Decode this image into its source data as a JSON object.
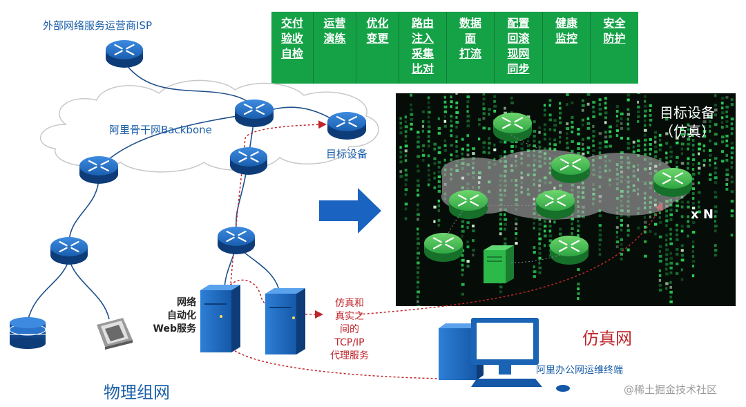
{
  "labels": {
    "isp": "外部网络服务运营商ISP",
    "backbone": "阿里骨干网Backbone",
    "target_device": "目标设备",
    "automation_line1": "网络",
    "automation_line2": "自动化",
    "automation_line3": "Web服务",
    "proxy_line1": "仿真和",
    "proxy_line2": "真实之",
    "proxy_line3": "间的",
    "proxy_line4": "TCP/IP",
    "proxy_line5": "代理服务",
    "physical_network": "物理组网",
    "office_terminal": "阿里办公网运维终端",
    "simulation_network": "仿真网",
    "sim_target_line1": "目标设备",
    "sim_target_line2": "（仿真）",
    "multiplier": "x N",
    "watermark": "@稀土掘金技术社区"
  },
  "function_tabs": [
    {
      "label": "交付\n验收\n自检"
    },
    {
      "label": "运营\n演练"
    },
    {
      "label": "优化\n变更"
    },
    {
      "label": "路由\n注入\n采集\n比对"
    },
    {
      "label": "数据\n面\n打流"
    },
    {
      "label": "配置\n回滚\n现网\n同步"
    },
    {
      "label": "健康\n监控"
    },
    {
      "label": "安全\n防护"
    }
  ],
  "colors": {
    "tab_green": "#15a246",
    "router_blue": "#1a63b5",
    "router_green": "#2fb64a",
    "label_blue": "#1b5fa8",
    "proxy_red": "#c0262b",
    "arrow_blue": "#1a63c0"
  }
}
